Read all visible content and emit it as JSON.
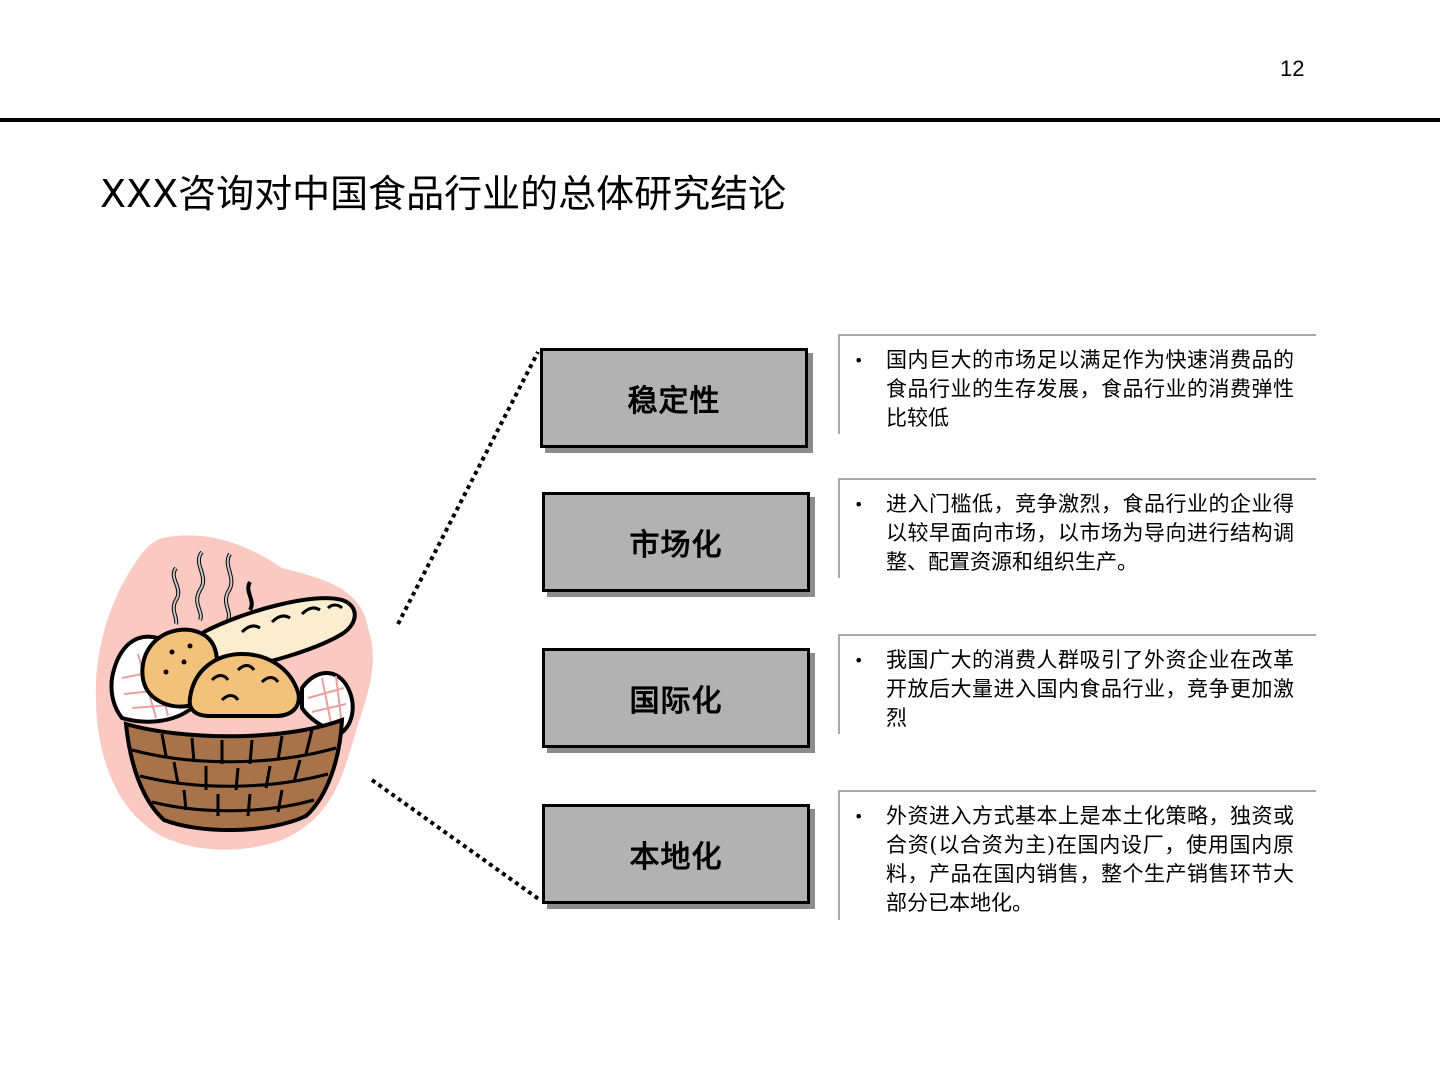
{
  "page": {
    "number": "12",
    "title": "XXX咨询对中国食品行业的总体研究结论"
  },
  "conclusions": [
    {
      "label": "稳定性",
      "text": "国内巨大的市场足以满足作为快速消费品的食品行业的生存发展，食品行业的消费弹性比较低"
    },
    {
      "label": "市场化",
      "text": "进入门槛低，竞争激烈，食品行业的企业得以较早面向市场，以市场为导向进行结构调整、配置资源和组织生产。"
    },
    {
      "label": "国际化",
      "text": "我国广大的消费人群吸引了外资企业在改革开放后大量进入国内食品行业，竞争更加激烈"
    },
    {
      "label": "本地化",
      "text": "外资进入方式基本上是本土化策略，独资或合资(以合资为主)在国内设厂，使用国内原料，产品在国内销售，整个生产销售环节大部分已本地化。"
    }
  ],
  "bullet_symbol": "•",
  "colors": {
    "box_fill": "#b2b2b2",
    "box_shadow": "#8c8c8c",
    "divider": "#aaaaaa",
    "illustration_glow": "#f9c9c2",
    "bread": "#f2c27c",
    "basket": "#a8734a"
  },
  "icons": {
    "illustration": "bread-basket-icon"
  }
}
